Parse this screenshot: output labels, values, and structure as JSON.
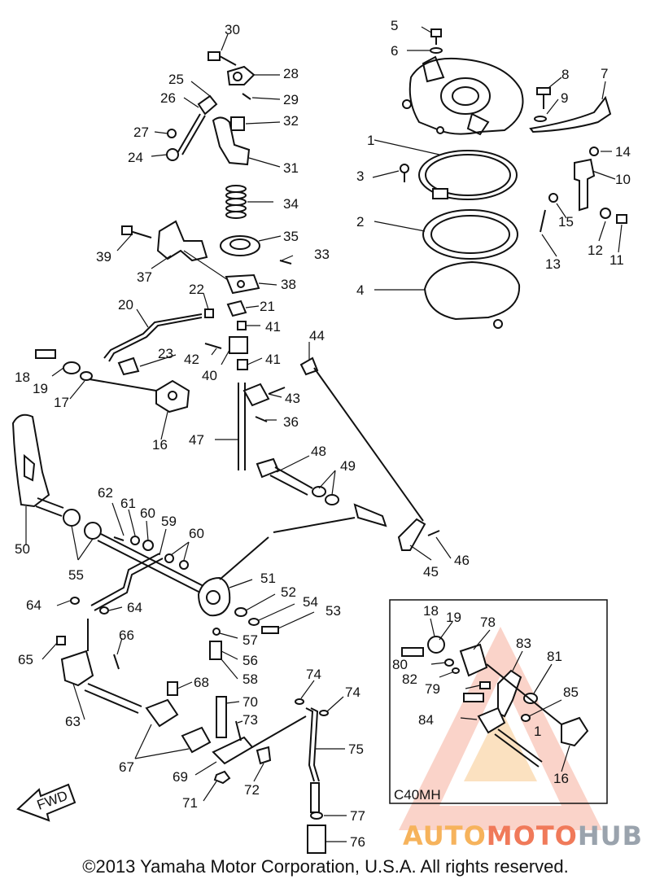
{
  "diagram": {
    "labels": {
      "1": "1",
      "2": "2",
      "3": "3",
      "4": "4",
      "5": "5",
      "6": "6",
      "7": "7",
      "8": "8",
      "9": "9",
      "10": "10",
      "11": "11",
      "12": "12",
      "13": "13",
      "14": "14",
      "15": "15",
      "16": "16",
      "17": "17",
      "18": "18",
      "19": "19",
      "20": "20",
      "21": "21",
      "22": "22",
      "23": "23",
      "24": "24",
      "25": "25",
      "26": "26",
      "27": "27",
      "28": "28",
      "29": "29",
      "30": "30",
      "31": "31",
      "32": "32",
      "33": "33",
      "34": "34",
      "35": "35",
      "36": "36",
      "37": "37",
      "38": "38",
      "39": "39",
      "40": "40",
      "41": "41",
      "42": "42",
      "43": "43",
      "44": "44",
      "45": "45",
      "46": "46",
      "47": "47",
      "48": "48",
      "49": "49",
      "50": "50",
      "51": "51",
      "52": "52",
      "53": "53",
      "54": "54",
      "55": "55",
      "56": "56",
      "57": "57",
      "58": "58",
      "59": "59",
      "60": "60",
      "61": "61",
      "62": "62",
      "63": "63",
      "64": "64",
      "65": "65",
      "66": "66",
      "67": "67",
      "68": "68",
      "69": "69",
      "70": "70",
      "71": "71",
      "72": "72",
      "73": "73",
      "74": "74",
      "75": "75",
      "76": "76",
      "77": "77",
      "78": "78",
      "79": "79",
      "80": "80",
      "81": "81",
      "82": "82",
      "83": "83",
      "84": "84",
      "85": "85"
    },
    "inset_title": "C40MH",
    "fwd_label": "FWD"
  },
  "footer": {
    "copyright": "©2013 Yamaha Motor Corporation, U.S.A. All rights reserved."
  },
  "watermark": {
    "part1": "AUTO",
    "part2": "MOTO",
    "part3": "HUB",
    "colors": {
      "orange": "#f6b35c",
      "red": "#f07a5a",
      "grey": "#9aa3ad"
    }
  }
}
